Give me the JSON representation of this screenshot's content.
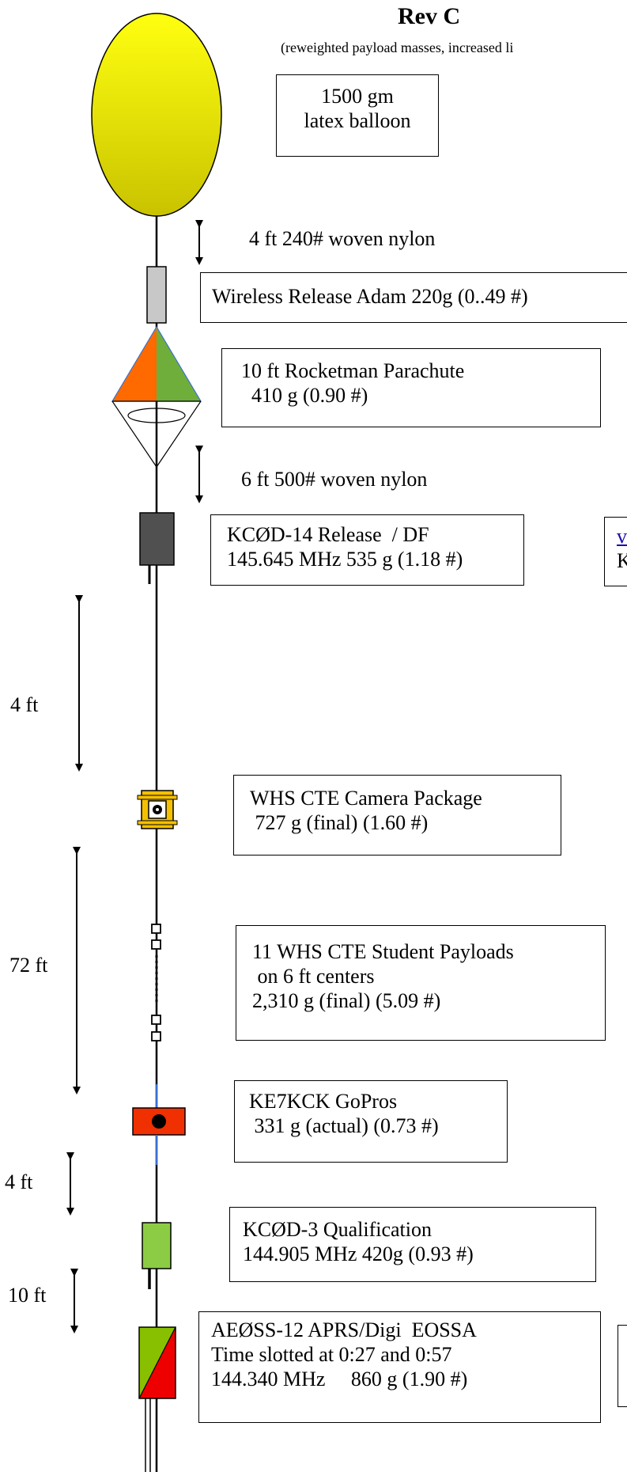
{
  "header": {
    "title": "Rev C",
    "subtitle": "(reweighted payload masses, increased li"
  },
  "balloon": {
    "color": "#f2ef00",
    "label_lines": [
      "1500 gm",
      "latex balloon"
    ]
  },
  "tethers": {
    "t1": "4 ft 240# woven nylon",
    "t2": "6 ft 500# woven nylon"
  },
  "components": [
    {
      "name": "wireless-release",
      "lines": [
        "Wireless Release Adam 220g (0..49 #)"
      ],
      "color": "#c8c8c8"
    },
    {
      "name": "parachute",
      "lines": [
        "10 ft Rocketman Parachute",
        "  410 g (0.90 #)"
      ],
      "colors": [
        "#ff6a00",
        "#6fae3a"
      ]
    },
    {
      "name": "kc0d-14-release",
      "lines": [
        "KCØD-14 Release  / DF",
        "145.645 MHz 535 g (1.18 #)"
      ],
      "color": "#505050"
    },
    {
      "name": "camera-package",
      "lines": [
        "WHS CTE Camera Package",
        " 727 g (final) (1.60 #)"
      ],
      "color": "#f5c000"
    },
    {
      "name": "student-payloads",
      "lines": [
        "11 WHS CTE Student Payloads",
        " on 6 ft centers",
        "2,310 g (final) (5.09 #)"
      ]
    },
    {
      "name": "gopros",
      "lines": [
        "KE7KCK GoPros",
        " 331 g (actual) (0.73 #)"
      ],
      "color": "#f03000"
    },
    {
      "name": "qualification",
      "lines": [
        "KCØD-3 Qualification",
        "144.905 MHz 420g (0.93 #)"
      ],
      "color": "#8ccc44"
    },
    {
      "name": "aprs-digi",
      "lines": [
        "AEØSS-12 APRS/Digi  EOSSA",
        "Time slotted at 0:27 and 0:57",
        "144.340 MHz     860 g (1.90 #)"
      ],
      "colors": [
        "#88c000",
        "#ee0000"
      ]
    }
  ],
  "side_box": {
    "link": "v",
    "text": "K"
  },
  "spacings": {
    "s1": "4 ft",
    "s2": "72 ft",
    "s3": "4 ft",
    "s4": "10 ft"
  }
}
